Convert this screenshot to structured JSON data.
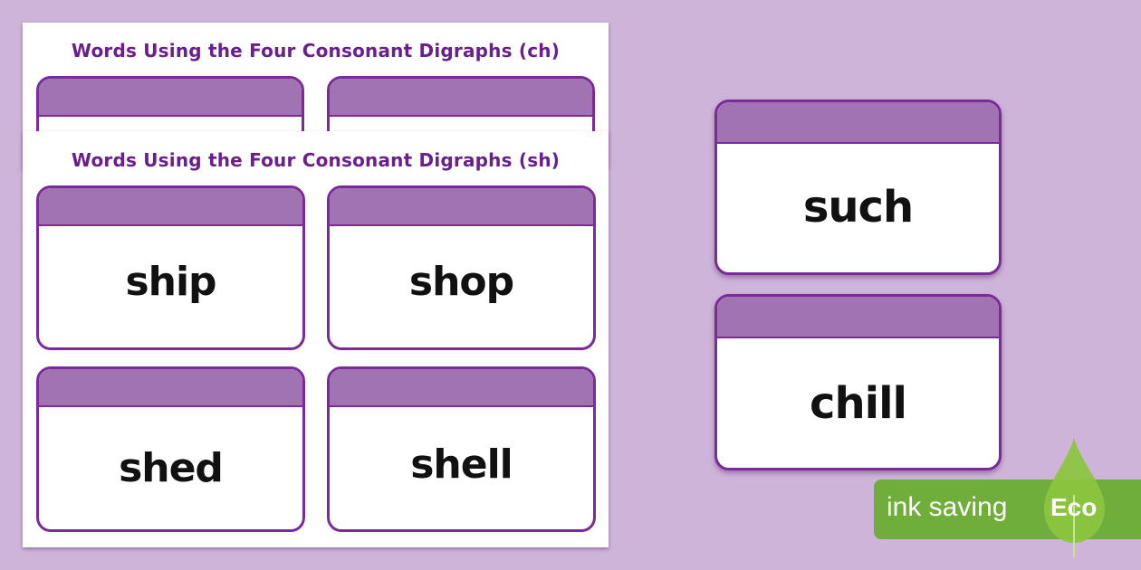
{
  "background_color": "#cfb4da",
  "pages": [
    {
      "title": "Words Using the Four Consonant Digraphs (ch)",
      "cards": [
        "",
        ""
      ]
    },
    {
      "title": "Words Using the Four Consonant Digraphs (sh)",
      "cards": [
        "ship",
        "shop",
        "shed",
        "shell"
      ]
    }
  ],
  "preview_cards": [
    "such",
    "chill"
  ],
  "eco_badge": {
    "text": "ink saving",
    "label": "Eco",
    "color": "#6fae3a"
  },
  "colors": {
    "title": "#6a1f8c",
    "card_header": "#a173b2",
    "card_border": "#7a2a9a"
  }
}
